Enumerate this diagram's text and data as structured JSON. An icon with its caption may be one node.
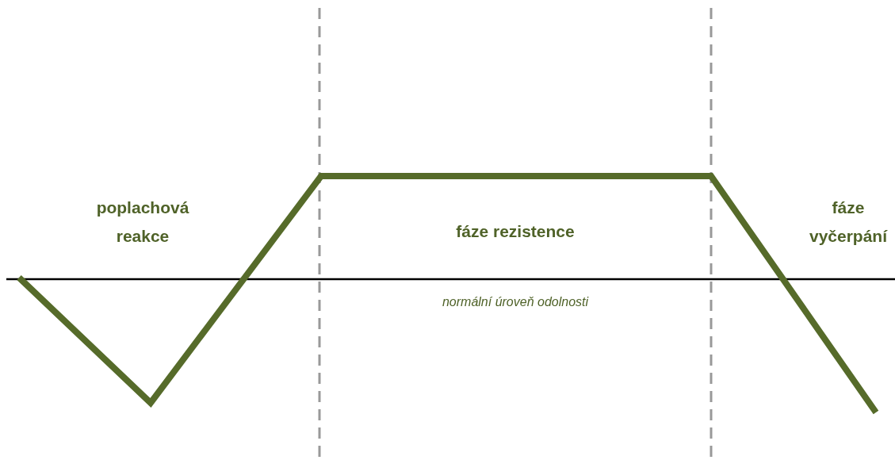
{
  "diagram": {
    "labels": [
      "poplachová reakce",
      "fáze rezistence",
      "fáze vyčerpání",
      "normální úroveň odolnosti"
    ]
  }
}
